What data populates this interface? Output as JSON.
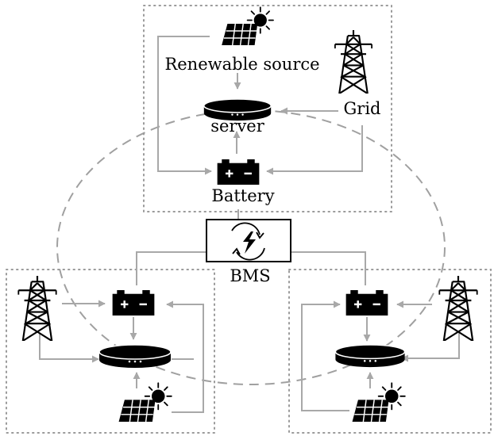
{
  "diagram": {
    "labels": {
      "renewable_source": "Renewable source",
      "server": "server",
      "grid": "Grid",
      "battery": "Battery",
      "bms": "BMS"
    },
    "icons": [
      "solar-panel-icon",
      "server-icon",
      "transmission-tower-icon",
      "battery-icon",
      "bms-cycle-icon"
    ],
    "colors": {
      "icon": "#000000",
      "wire": "#a8a8a8",
      "dotted_boundary": "#9a9a9a",
      "dashed_ring": "#a0a0a0"
    }
  }
}
